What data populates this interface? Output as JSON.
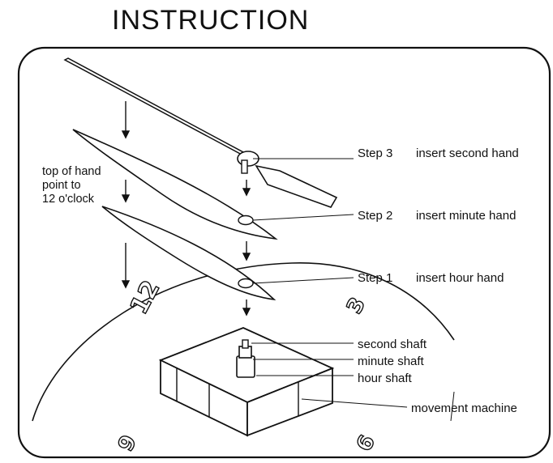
{
  "title": "INSTRUCTION",
  "side_note": [
    "top of hand",
    "point to",
    "12 o'clock"
  ],
  "steps": [
    {
      "step": "Step 3",
      "text": "insert second hand"
    },
    {
      "step": "Step 2",
      "text": "insert minute hand"
    },
    {
      "step": "Step 1",
      "text": "insert hour hand"
    }
  ],
  "shafts": [
    "second shaft",
    "minute shaft",
    "hour shaft"
  ],
  "movement_label": "movement machine",
  "dial_numbers": {
    "twelve": "12",
    "three": "3",
    "six": "6",
    "nine": "9"
  }
}
